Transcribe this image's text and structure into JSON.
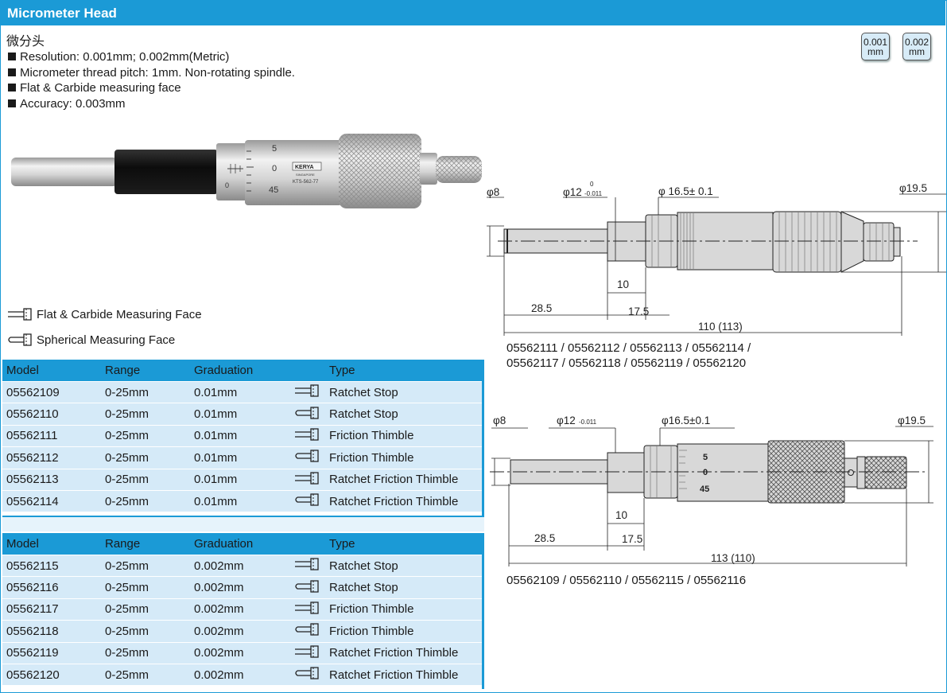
{
  "header": {
    "title": "Micrometer Head"
  },
  "subtitle_cn": "微分头",
  "features": [
    "Resolution: 0.001mm; 0.002mm(Metric)",
    "Micrometer thread pitch: 1mm. Non-rotating spindle.",
    "Flat & Carbide measuring face",
    "Accuracy: 0.003mm"
  ],
  "resolution_badges": [
    {
      "value": "0.001",
      "unit": "mm"
    },
    {
      "value": "0.002",
      "unit": "mm"
    }
  ],
  "photo": {
    "brand": "KERYA",
    "brand_sub": "SINGAPORE",
    "model": "KTS-562-77",
    "scale_marks": [
      "5",
      "0",
      "45"
    ],
    "sleeve_zero": "0"
  },
  "face_legend": {
    "flat": "Flat & Carbide Measuring Face",
    "spherical": "Spherical Measuring Face"
  },
  "table_columns": [
    "Model",
    "Range",
    "Graduation",
    "Type"
  ],
  "table1": [
    {
      "model": "05562109",
      "range": "0-25mm",
      "graduation": "0.01mm",
      "face": "flat",
      "type": "Ratchet Stop"
    },
    {
      "model": "05562110",
      "range": "0-25mm",
      "graduation": "0.01mm",
      "face": "spherical",
      "type": "Ratchet Stop"
    },
    {
      "model": "05562111",
      "range": "0-25mm",
      "graduation": "0.01mm",
      "face": "flat",
      "type": "Friction Thimble"
    },
    {
      "model": "05562112",
      "range": "0-25mm",
      "graduation": "0.01mm",
      "face": "spherical",
      "type": "Friction Thimble"
    },
    {
      "model": "05562113",
      "range": "0-25mm",
      "graduation": "0.01mm",
      "face": "flat",
      "type": "Ratchet Friction Thimble"
    },
    {
      "model": "05562114",
      "range": "0-25mm",
      "graduation": "0.01mm",
      "face": "spherical",
      "type": "Ratchet Friction Thimble"
    }
  ],
  "table2": [
    {
      "model": "05562115",
      "range": "0-25mm",
      "graduation": "0.002mm",
      "face": "flat",
      "type": "Ratchet Stop"
    },
    {
      "model": "05562116",
      "range": "0-25mm",
      "graduation": "0.002mm",
      "face": "spherical",
      "type": "Ratchet Stop"
    },
    {
      "model": "05562117",
      "range": "0-25mm",
      "graduation": "0.002mm",
      "face": "flat",
      "type": "Friction Thimble"
    },
    {
      "model": "05562118",
      "range": "0-25mm",
      "graduation": "0.002mm",
      "face": "spherical",
      "type": "Friction Thimble"
    },
    {
      "model": "05562119",
      "range": "0-25mm",
      "graduation": "0.002mm",
      "face": "flat",
      "type": "Ratchet Friction Thimble"
    },
    {
      "model": "05562120",
      "range": "0-25mm",
      "graduation": "0.002mm",
      "face": "spherical",
      "type": "Ratchet Friction Thimble"
    }
  ],
  "drawing1": {
    "dia_spindle": "φ8",
    "dia_stem": "φ12",
    "dia_stem_tol_upper": "0",
    "dia_stem_tol_lower": "-0.011",
    "dia_collar": "φ 16.5± 0.1",
    "dia_max": "φ19.5",
    "dim_10": "10",
    "dim_28_5": "28.5",
    "dim_17_5": "17.5",
    "dim_total": "110 (113)",
    "caption_line1": "05562111 / 05562112 / 05562113 / 05562114 /",
    "caption_line2": "05562117 / 05562118 / 05562119 / 05562120"
  },
  "drawing2": {
    "dia_spindle": "φ8",
    "dia_stem": "φ12",
    "dia_stem_tol_lower": "-0.011",
    "dia_collar": "φ16.5±0.1",
    "dia_max": "φ19.5",
    "scale_marks": [
      "5",
      "0",
      "45"
    ],
    "dim_10": "10",
    "dim_28_5": "28.5",
    "dim_17_5": "17.5",
    "dim_total": "113 (110)",
    "caption": "05562109 / 05562110 / 05562115 / 05562116"
  }
}
